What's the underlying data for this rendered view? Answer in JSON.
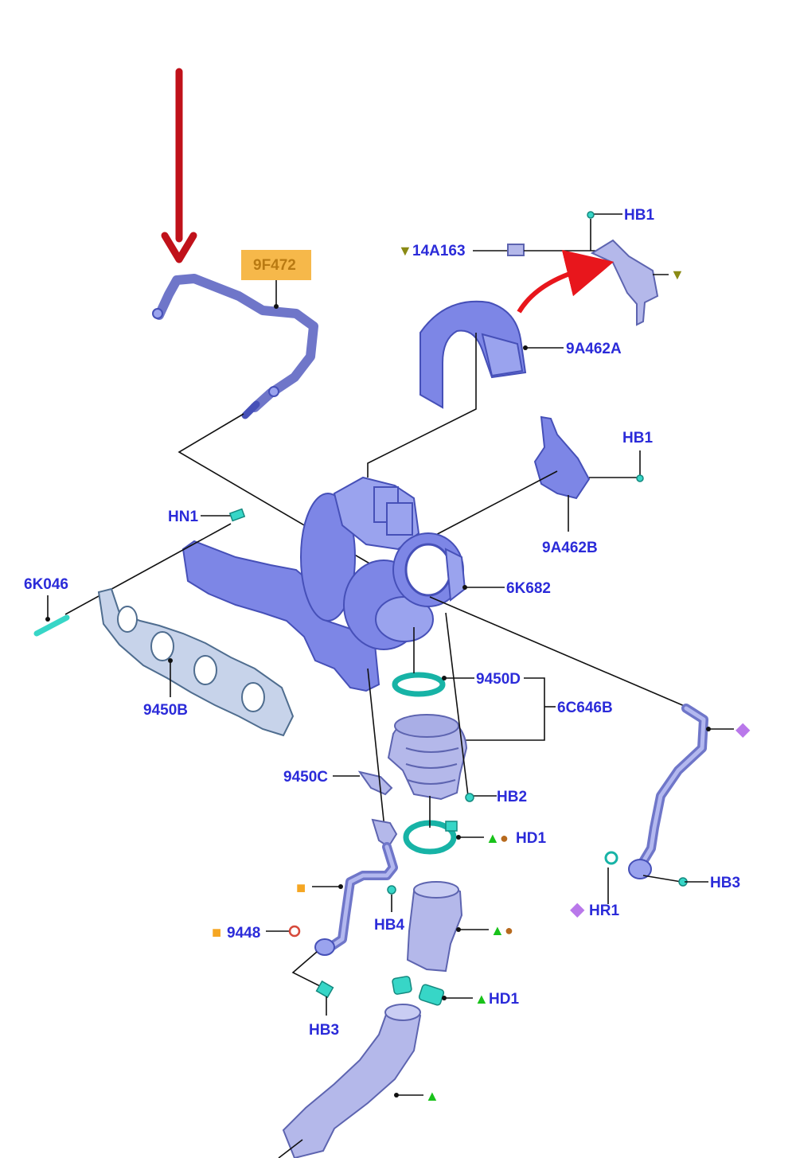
{
  "labels": {
    "sensor": "9F472",
    "sensor_highlight_color": "#f6b84a",
    "connector": "14A163",
    "heat_shield_upper": "9A462A",
    "heat_shield_lower": "9A462B",
    "turbocharger": "6K682",
    "manifold_stud": "HN1",
    "stud": "6K046",
    "manifold_gasket": "9450B",
    "gasket_d": "9450D",
    "downpipe_assy": "6C646B",
    "gasket_c": "9450C",
    "bolt_hb1_top": "HB1",
    "bolt_hb1_mid": "HB1",
    "bolt_hb2": "HB2",
    "clamp_hd1_upper": "HD1",
    "bolt_hb3_right": "HB3",
    "seal_hr1": "HR1",
    "bolt_hb4": "HB4",
    "oil_pipe": "9448",
    "bolt_hb3_left": "HB3",
    "clamp_hd1_lower": "HD1"
  },
  "symbol_colors": {
    "olive_triangle": "#8a8a14",
    "green_triangle": "#18c21a",
    "brown_circle": "#b76a1e",
    "orange_square": "#f5a623",
    "violet_diamond": "#b978ea"
  },
  "arrow_colors": {
    "indicator": "#c0111a",
    "relocation": "#e8161c"
  }
}
